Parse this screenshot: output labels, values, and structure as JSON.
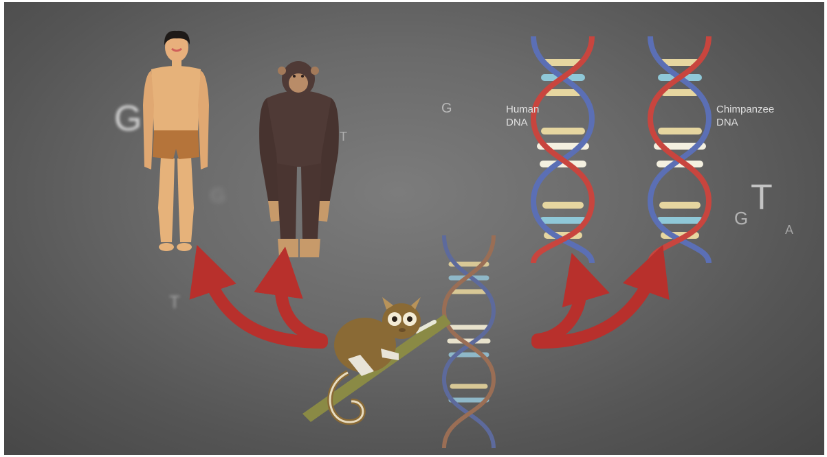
{
  "labels": {
    "human_dna_line1": "Human",
    "human_dna_line2": "DNA",
    "chimp_dna_line1": "Chimpanzee",
    "chimp_dna_line2": "DNA"
  },
  "background_letters": [
    "G",
    "G",
    "T",
    "T",
    "T",
    "G",
    "A",
    "G"
  ],
  "colors": {
    "background": "#6a6a6a",
    "arrow": "#b8302c",
    "human_skin": "#e6b27a",
    "shorts": "#b5743a",
    "chimp_fur": "#4f3a36",
    "strand_red": "#c8453e",
    "strand_blue": "#5b6fb5",
    "tarsier_fur": "#8a6a35",
    "branch": "#8a8a45"
  }
}
